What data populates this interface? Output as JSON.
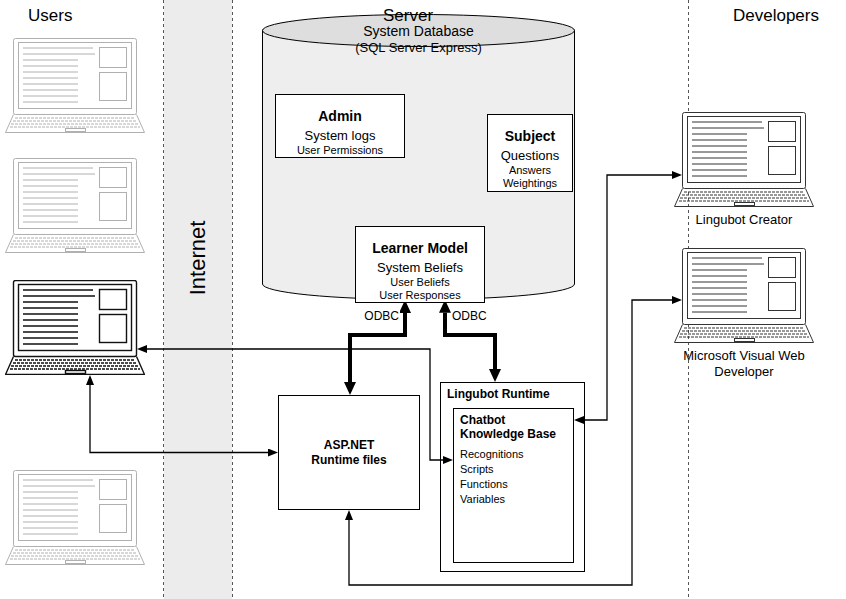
{
  "diagram": {
    "nodes": [
      {
        "text": [
          "Users"
        ]
      },
      {
        "text": [
          "Internet"
        ]
      },
      {
        "text": [
          "System Database",
          "(SQL Server Express)"
        ]
      },
      {
        "text": [
          "Admin",
          "System logs",
          "User Permissions"
        ],
        "in": 2
      },
      {
        "text": [
          "Subject",
          "Questions",
          "Answers",
          "Weightings"
        ],
        "in": 2
      },
      {
        "text": [
          "Learner Model",
          "System Beliefs",
          "User Beliefs",
          "User Responses"
        ],
        "in": 2
      },
      {
        "text": [
          "ASP.NET Runtime files"
        ]
      },
      {
        "text": [
          "Lingubot Runtime"
        ]
      },
      {
        "text": [
          "Chatbot Knowledge Base",
          "Recognitions",
          "Scripts",
          "Functions",
          "Variables"
        ],
        "in": 7
      },
      {
        "text": [
          "Lingubot Creator"
        ]
      },
      {
        "text": [
          "Microsoft Visual Web Developer"
        ]
      }
    ],
    "edges": [
      {
        "from": 0,
        "to": 6,
        "arrow": "both"
      },
      {
        "from": 0,
        "to": 8,
        "arrow": "both"
      },
      {
        "from": 6,
        "to": 2,
        "label": "ODBC",
        "arrow": "both"
      },
      {
        "from": 7,
        "to": 2,
        "label": "ODBC",
        "arrow": "both"
      },
      {
        "from": 9,
        "to": 8,
        "arrow": "both"
      },
      {
        "from": 10,
        "to": 6,
        "arrow": "both"
      }
    ],
    "labels": [
      "Server",
      "Developers"
    ]
  }
}
